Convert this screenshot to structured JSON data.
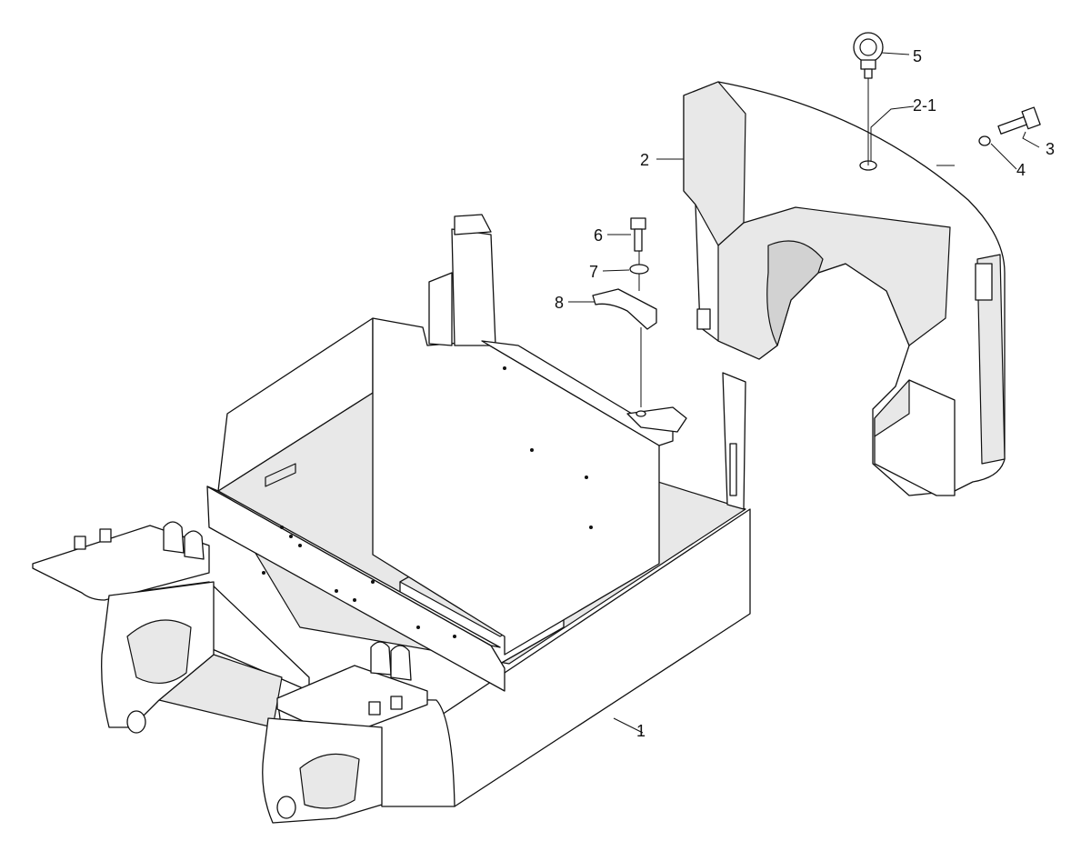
{
  "callouts": {
    "c1": "1",
    "c2": "2",
    "c2_1": "2-1",
    "c3": "3",
    "c4": "4",
    "c5": "5",
    "c6": "6",
    "c7": "7",
    "c8": "8"
  }
}
